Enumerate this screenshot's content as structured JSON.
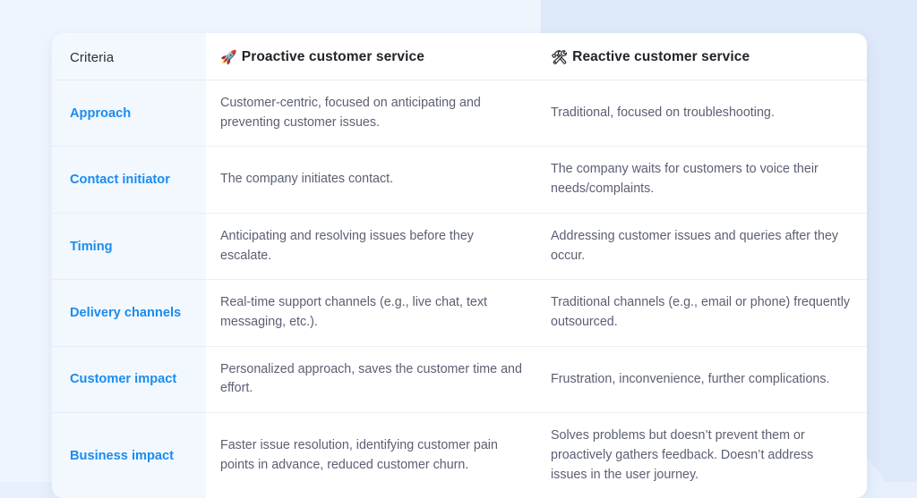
{
  "card": {
    "columns": [
      {
        "key": "criteria",
        "label": "Criteria",
        "emoji": "",
        "emoji_name": ""
      },
      {
        "key": "proactive",
        "label": "Proactive customer service",
        "emoji": "🚀",
        "emoji_name": "rocket-icon"
      },
      {
        "key": "reactive",
        "label": "Reactive customer service",
        "emoji": "🛠",
        "emoji_name": "hammer-and-wrench-icon"
      }
    ],
    "rows": [
      {
        "criteria": "Approach",
        "proactive": "Customer-centric, focused on anticipating and preventing customer issues.",
        "reactive": "Traditional, focused on troubleshooting."
      },
      {
        "criteria": "Contact initiator",
        "proactive": "The company initiates contact.",
        "reactive": "The company waits for customers to voice their needs/complaints."
      },
      {
        "criteria": "Timing",
        "proactive": "Anticipating and resolving issues before they escalate.",
        "reactive": "Addressing customer issues and queries after they occur."
      },
      {
        "criteria": "Delivery channels",
        "proactive": "Real-time support channels (e.g., live chat, text messaging, etc.).",
        "reactive": "Traditional channels (e.g., email or phone) frequently outsourced."
      },
      {
        "criteria": "Customer impact",
        "proactive": "Personalized approach, saves the customer time and effort.",
        "reactive": "Frustration, inconvenience, further complications."
      },
      {
        "criteria": "Business impact",
        "proactive": "Faster issue resolution, identifying customer pain points in advance, reduced customer churn.",
        "reactive": "Solves problems but doesn’t prevent them or proactively gathers feedback. Doesn’t address issues in the user journey."
      }
    ]
  },
  "colors": {
    "page_background": "#e7f0fc",
    "card_background": "#ffffff",
    "criteria_column_background": "#f3f8fe",
    "criteria_label": "#1a8cf0",
    "body_text": "#5b5f73",
    "header_text": "#23242a",
    "row_divider": "#eceef1"
  }
}
